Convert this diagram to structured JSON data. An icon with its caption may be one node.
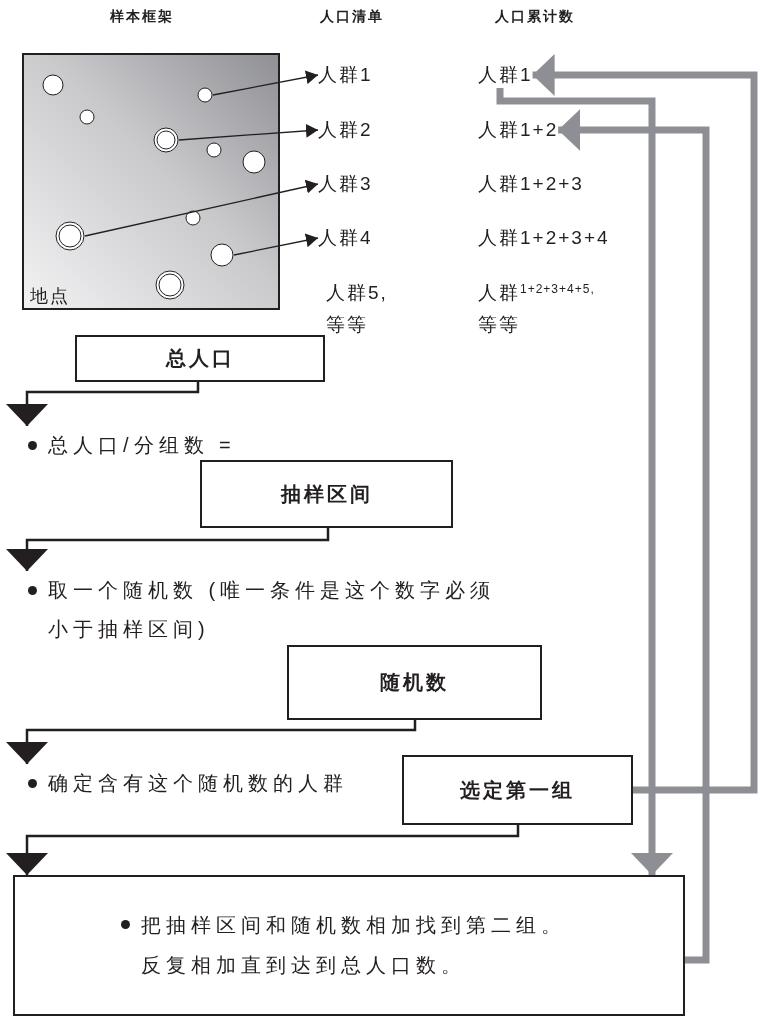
{
  "diagram": {
    "nodes": [
      {
        "text": [
          "样本框架",
          "地点"
        ]
      },
      {
        "text": [],
        "shape": "circle",
        "in": 0
      },
      {
        "text": [],
        "shape": "circle",
        "in": 0
      },
      {
        "text": [],
        "shape": "circle",
        "in": 0
      },
      {
        "text": [],
        "shape": "circle",
        "in": 0
      },
      {
        "text": [
          "人群1"
        ]
      },
      {
        "text": [
          "人群2"
        ]
      },
      {
        "text": [
          "人群3"
        ]
      },
      {
        "text": [
          "人群4"
        ]
      },
      {
        "text": [
          "人群1"
        ]
      },
      {
        "text": [
          "人群1+2"
        ]
      },
      {
        "text": [
          "总人口"
        ]
      },
      {
        "text": [
          "总人口/分组数 ="
        ]
      },
      {
        "text": [
          "抽样区间"
        ]
      },
      {
        "text": [
          "取一个随机数 (唯一条件是这个数字必须小于抽样区间)"
        ]
      },
      {
        "text": [
          "随机数"
        ]
      },
      {
        "text": [
          "确定含有这个随机数的人群"
        ]
      },
      {
        "text": [
          "选定第一组"
        ]
      },
      {
        "text": [
          "把抽样区间和随机数相加找到第二组。反复相加直到达到总人口数。"
        ]
      }
    ],
    "edges": [
      {
        "from": 1,
        "to": 5,
        "arrow": "to"
      },
      {
        "from": 2,
        "to": 6,
        "arrow": "to"
      },
      {
        "from": 3,
        "to": 7,
        "arrow": "to"
      },
      {
        "from": 4,
        "to": 8,
        "arrow": "to"
      },
      {
        "from": 11,
        "to": 12,
        "arrow": "to"
      },
      {
        "from": 13,
        "to": 14,
        "arrow": "to"
      },
      {
        "from": 15,
        "to": 16,
        "arrow": "to"
      },
      {
        "from": 17,
        "to": 18,
        "arrow": "to"
      },
      {
        "from": 17,
        "to": 9,
        "arrow": "to",
        "style": "thick",
        "color": "#8e8f94"
      },
      {
        "from": 9,
        "to": 18,
        "arrow": "to",
        "style": "thick",
        "color": "#8e8f94"
      },
      {
        "from": 18,
        "to": 10,
        "arrow": "to",
        "style": "thick",
        "color": "#8e8f94"
      }
    ],
    "labels": [
      "人口清单",
      "人口累计数",
      "人群1+2+3",
      "人群1+2+3+4",
      "人群5,等等",
      "人群$^{1+2+3+4+5,}$等等"
    ]
  }
}
